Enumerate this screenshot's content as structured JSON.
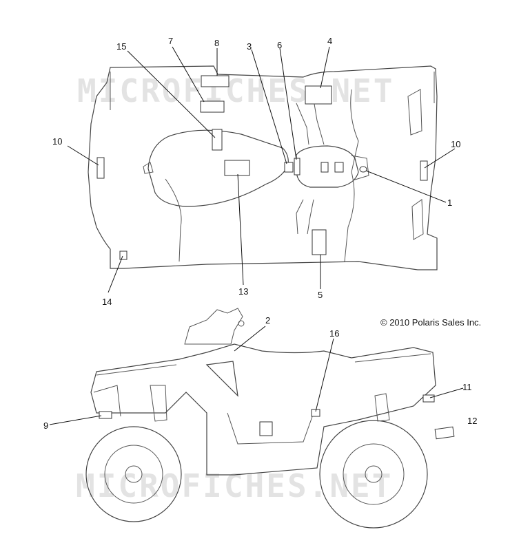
{
  "watermark_text": "MICROFICHES.NET",
  "copyright": "© 2010 Polaris Sales Inc.",
  "callouts": {
    "c1": "1",
    "c2": "2",
    "c3": "3",
    "c4": "4",
    "c5": "5",
    "c6": "6",
    "c7": "7",
    "c8": "8",
    "c9": "9",
    "c10a": "10",
    "c10b": "10",
    "c11": "11",
    "c12": "12",
    "c13": "13",
    "c14": "14",
    "c15": "15",
    "c16": "16"
  }
}
